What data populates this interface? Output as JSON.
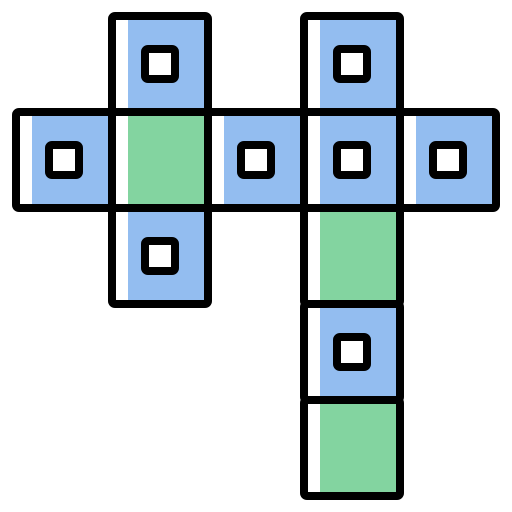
{
  "icon": {
    "name": "crossword-grid-icon",
    "colors": {
      "outline": "#000000",
      "highlight": "#ffffff",
      "blue": "#93bdf0",
      "green": "#83d4a0"
    },
    "cells": [
      {
        "name": "cell-top-left-stem",
        "fill": "blue",
        "marker": true
      },
      {
        "name": "cell-top-right-stem",
        "fill": "blue",
        "marker": true
      },
      {
        "name": "cell-row-1",
        "fill": "blue",
        "marker": true
      },
      {
        "name": "cell-row-2",
        "fill": "green",
        "marker": false
      },
      {
        "name": "cell-row-3",
        "fill": "blue",
        "marker": true
      },
      {
        "name": "cell-row-4",
        "fill": "blue",
        "marker": true
      },
      {
        "name": "cell-row-5",
        "fill": "blue",
        "marker": true
      },
      {
        "name": "cell-left-down-1",
        "fill": "blue",
        "marker": true
      },
      {
        "name": "cell-right-down-1",
        "fill": "green",
        "marker": false
      },
      {
        "name": "cell-right-down-2",
        "fill": "blue",
        "marker": true
      },
      {
        "name": "cell-right-down-3",
        "fill": "green",
        "marker": false
      }
    ]
  }
}
